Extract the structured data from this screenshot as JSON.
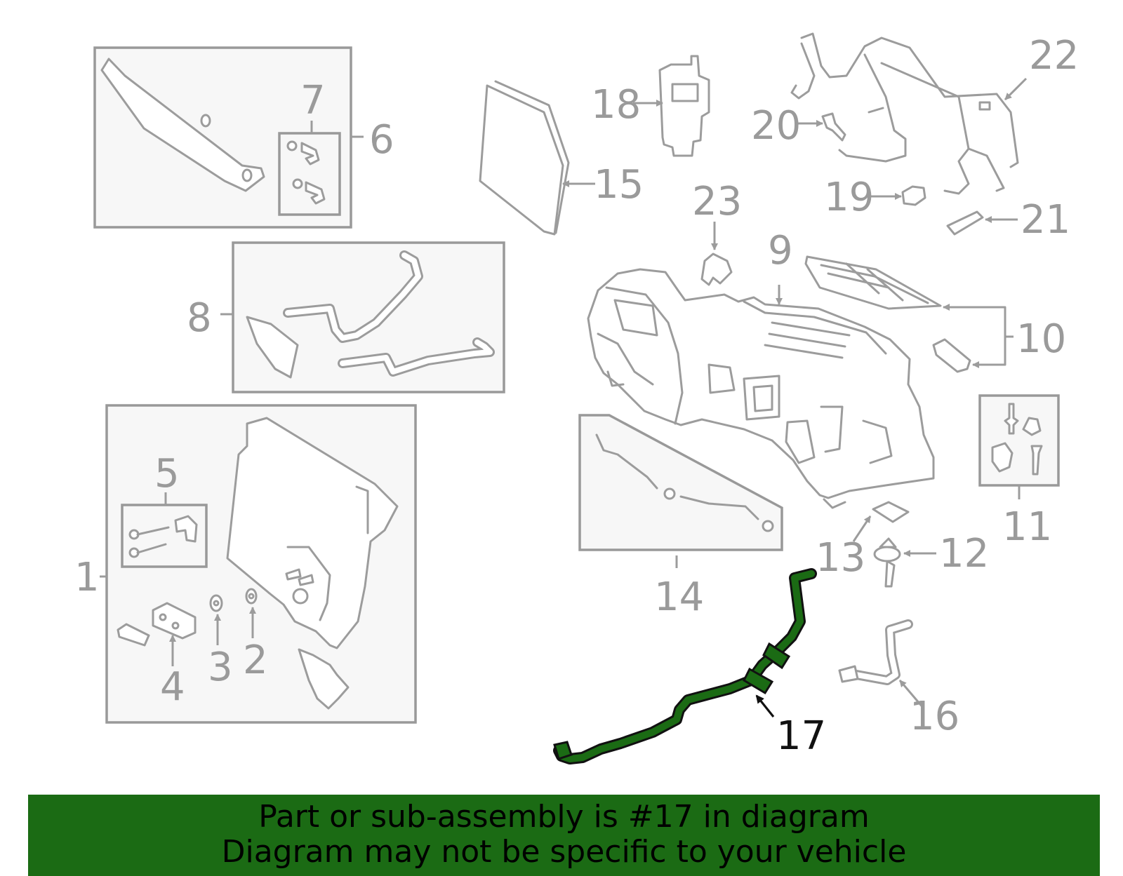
{
  "diagram": {
    "highlight_color": "#1b6b14",
    "highlighted_part": "17",
    "callouts": {
      "c1": "1",
      "c2": "2",
      "c3": "3",
      "c4": "4",
      "c5": "5",
      "c6": "6",
      "c7": "7",
      "c8": "8",
      "c9": "9",
      "c10": "10",
      "c11": "11",
      "c12": "12",
      "c13": "13",
      "c14": "14",
      "c15": "15",
      "c16": "16",
      "c17": "17",
      "c18": "18",
      "c19": "19",
      "c20": "20",
      "c21": "21",
      "c22": "22",
      "c23": "23"
    }
  },
  "banner": {
    "line1": "Part or sub-assembly is #17 in diagram",
    "line2": "Diagram may not be specific to your vehicle",
    "background": "#1b6b14"
  }
}
